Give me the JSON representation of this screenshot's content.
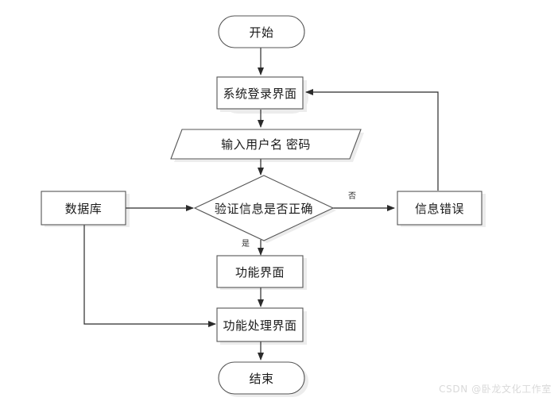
{
  "diagram": {
    "title": "",
    "type": "flowchart",
    "background": "#ffffff",
    "stroke_color": "#3f3f3f",
    "shadow_color": "#e8e8e8",
    "fill_color": "#ffffff",
    "text_color": "#1a1a1a",
    "nodes": [
      {
        "id": "start",
        "label": "开始",
        "shape": "terminator"
      },
      {
        "id": "login",
        "label": "系统登录界面",
        "shape": "process"
      },
      {
        "id": "input",
        "label": "输入用户名 密码",
        "shape": "data"
      },
      {
        "id": "verify",
        "label": "验证信息是否正确",
        "shape": "decision"
      },
      {
        "id": "database",
        "label": "数据库",
        "shape": "process"
      },
      {
        "id": "error",
        "label": "信息错误",
        "shape": "process"
      },
      {
        "id": "feature",
        "label": "功能界面",
        "shape": "process"
      },
      {
        "id": "featureproc",
        "label": "功能处理界面",
        "shape": "process"
      },
      {
        "id": "end",
        "label": "结束",
        "shape": "terminator"
      }
    ],
    "edges": [
      {
        "from": "start",
        "to": "login",
        "label": ""
      },
      {
        "from": "login",
        "to": "input",
        "label": ""
      },
      {
        "from": "input",
        "to": "verify",
        "label": ""
      },
      {
        "from": "database",
        "to": "verify",
        "label": ""
      },
      {
        "from": "verify",
        "to": "error",
        "label": "否"
      },
      {
        "from": "verify",
        "to": "feature",
        "label": "是"
      },
      {
        "from": "error",
        "to": "login",
        "label": ""
      },
      {
        "from": "feature",
        "to": "featureproc",
        "label": ""
      },
      {
        "from": "database",
        "to": "featureproc",
        "label": ""
      },
      {
        "from": "featureproc",
        "to": "end",
        "label": ""
      }
    ],
    "edge_labels": {
      "no": "否",
      "yes": "是"
    }
  },
  "watermark": {
    "text": "CSDN @卧龙文化工作室"
  }
}
